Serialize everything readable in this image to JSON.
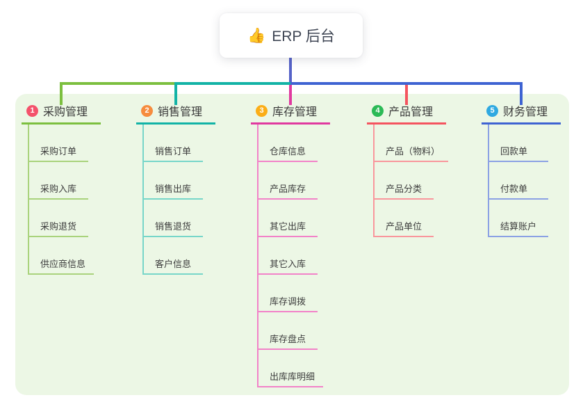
{
  "root": {
    "icon": "👍",
    "label": "ERP 后台"
  },
  "panel": {
    "background": "#ecf7e5"
  },
  "connector": {
    "stem_color": "#5562c8"
  },
  "branches": [
    {
      "badge": "1",
      "label": "采购管理",
      "badge_color": "#f4526b",
      "line_color": "#7cbf3f",
      "child_line_color": "#a9d37c",
      "children": [
        "采购订单",
        "采购入库",
        "采购退货",
        "供应商信息"
      ]
    },
    {
      "badge": "2",
      "label": "销售管理",
      "badge_color": "#f68c3e",
      "line_color": "#12b3a6",
      "child_line_color": "#77d6c9",
      "children": [
        "销售订单",
        "销售出库",
        "销售退货",
        "客户信息"
      ]
    },
    {
      "badge": "3",
      "label": "库存管理",
      "badge_color": "#fbae17",
      "line_color": "#e0399f",
      "child_line_color": "#f282c8",
      "children": [
        "仓库信息",
        "产品库存",
        "其它出库",
        "其它入库",
        "库存调拨",
        "库存盘点",
        "出库库明细"
      ]
    },
    {
      "badge": "4",
      "label": "产品管理",
      "badge_color": "#2bba56",
      "line_color": "#f4545f",
      "child_line_color": "#f9969c",
      "children": [
        "产品（物料）",
        "产品分类",
        "产品单位"
      ]
    },
    {
      "badge": "5",
      "label": "财务管理",
      "badge_color": "#2fa9e1",
      "line_color": "#3e63d2",
      "child_line_color": "#8ba1e4",
      "children": [
        "回款单",
        "付款单",
        "结算账户"
      ]
    }
  ]
}
